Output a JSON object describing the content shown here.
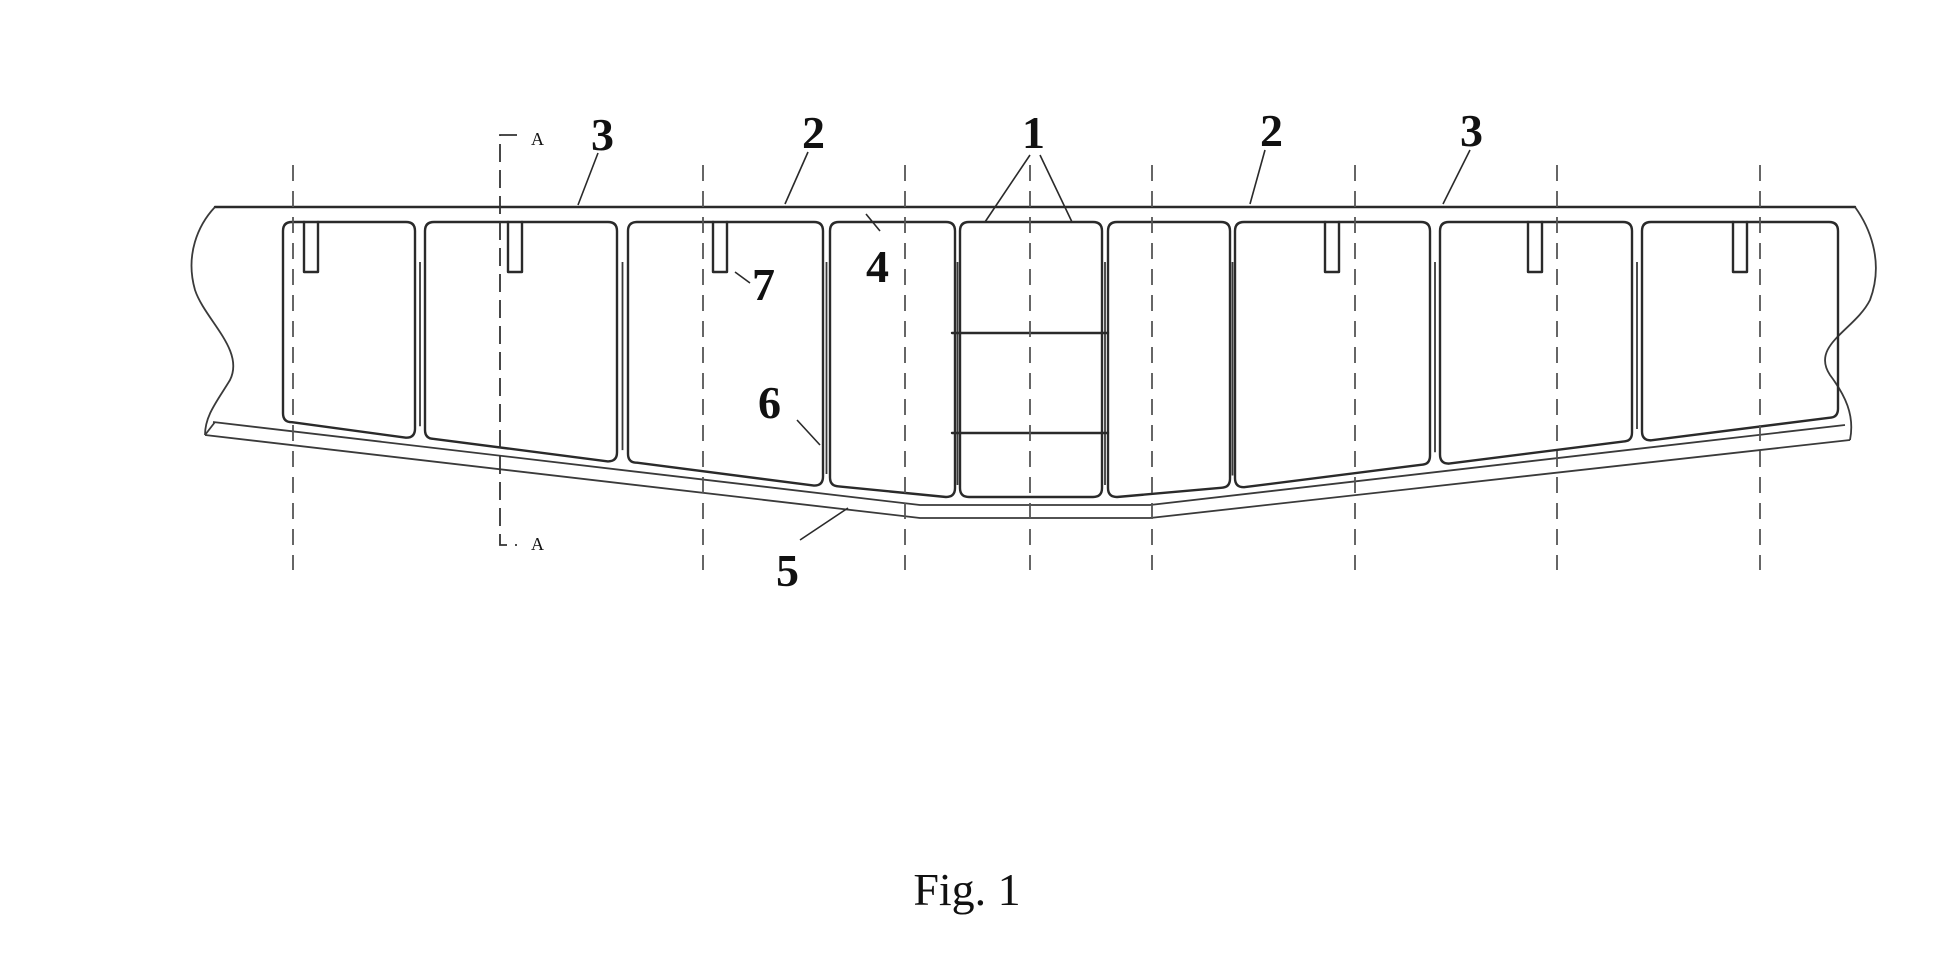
{
  "figure": {
    "caption": "Fig. 1",
    "section_mark": "A",
    "reference_numerals": [
      "3",
      "2",
      "1",
      "2",
      "3",
      "4",
      "7",
      "6",
      "5"
    ],
    "colors": {
      "line": "#2a2a2a",
      "background": "#ffffff"
    }
  }
}
